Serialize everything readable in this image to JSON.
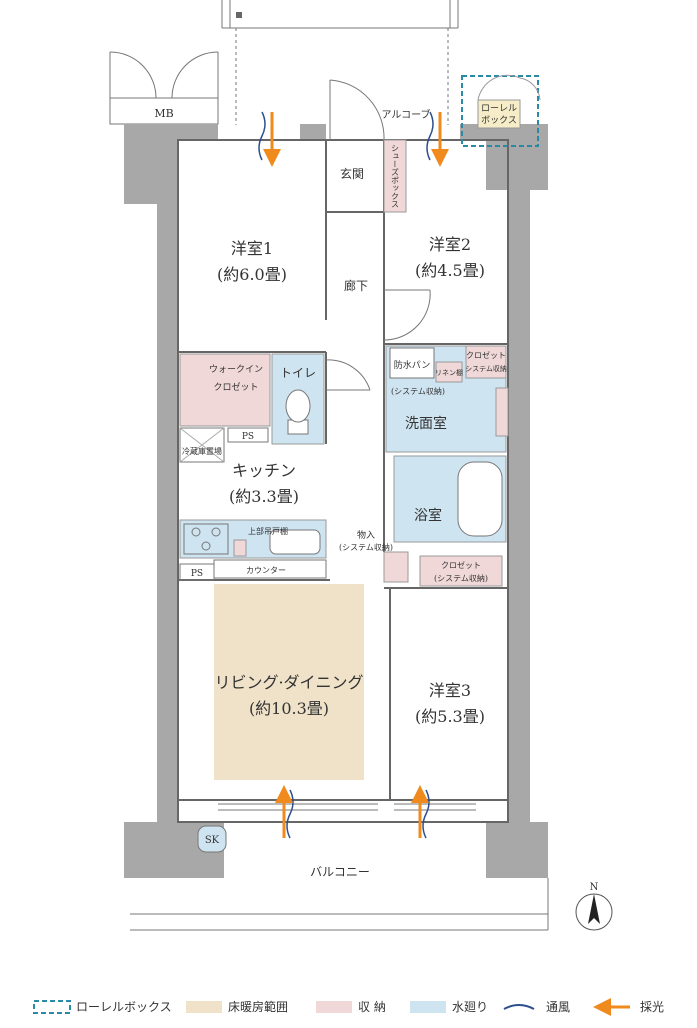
{
  "rooms": {
    "western1_name": "洋室1",
    "western1_size": "(約6.0畳)",
    "western2_name": "洋室2",
    "western2_size": "(約4.5畳)",
    "western3_name": "洋室3",
    "western3_size": "(約5.3畳)",
    "kitchen_name": "キッチン",
    "kitchen_size": "(約3.3畳)",
    "living_name": "リビング·ダイニング",
    "living_size": "(約10.3畳)"
  },
  "labels": {
    "mb": "MB",
    "alcove": "アルコーブ",
    "laurel_box_line1": "ローレル",
    "laurel_box_line2": "ボックス",
    "shoe_box": "シューズボックス",
    "entrance": "玄関",
    "corridor": "廊下",
    "walkin_line1": "ウォークイン",
    "walkin_line2": "クロゼット",
    "toilet": "トイレ",
    "ps1": "PS",
    "ps2": "PS",
    "ps3": "PS",
    "fridge": "冷蔵庫置場",
    "wash_pan": "防水パン",
    "linen_shelf": "リネン棚",
    "system_storage": "(システム収納)",
    "closet_small_line1": "クロゼット",
    "closet_small_line2": "システム収納",
    "washroom": "洗面室",
    "bathroom": "浴室",
    "storage_line1": "物入",
    "storage_line2": "(システム収納)",
    "closet2_line1": "クロゼット",
    "closet2_line2": "(システム収納)",
    "upper_cabinet": "上部吊戸棚",
    "counter": "カウンター",
    "sk": "SK",
    "balcony": "バルコニー",
    "north": "N"
  },
  "legend": [
    {
      "label": "ローレルボックス",
      "color": "#2a8aa6"
    },
    {
      "label": "床暖房範囲",
      "color": "#efe2c9"
    },
    {
      "label": "収 納",
      "color": "#f1d8d8"
    },
    {
      "label": "水廻り",
      "color": "#cfe4f1"
    },
    {
      "label": "通風",
      "color": "#2d4f8e"
    },
    {
      "label": "採光",
      "color": "#f08a1c"
    }
  ]
}
